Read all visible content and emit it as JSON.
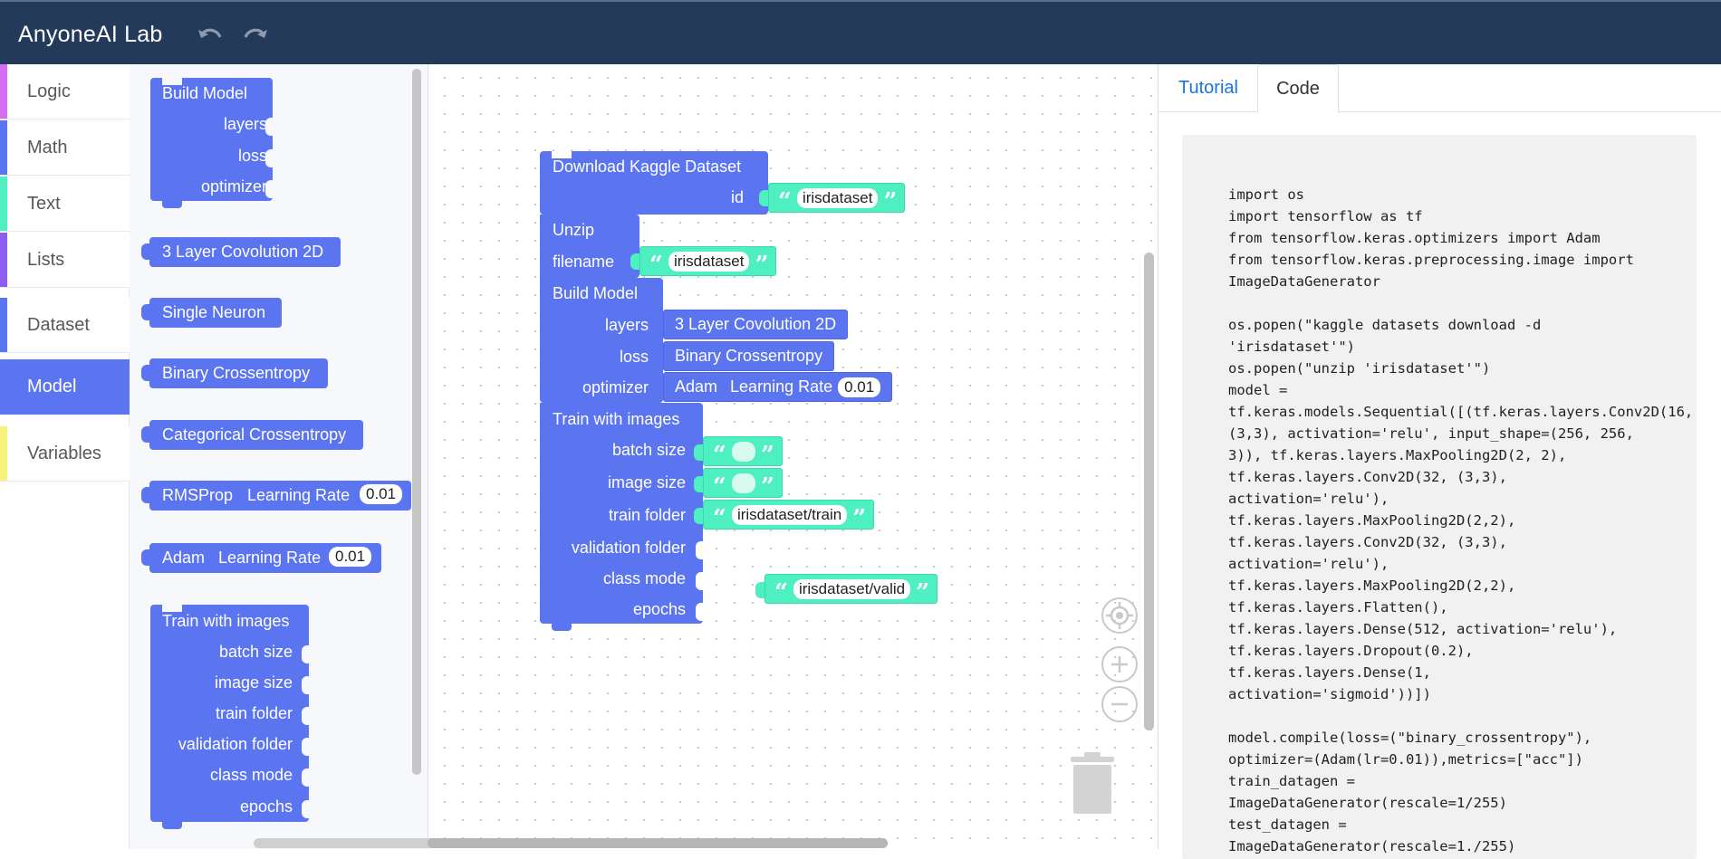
{
  "app": {
    "title": "AnyoneAI Lab",
    "undo_icon": "undo-icon",
    "redo_icon": "redo-icon"
  },
  "categories": [
    {
      "label": "Logic",
      "color": "#d46ef0"
    },
    {
      "label": "Math",
      "color": "#5b74f0"
    },
    {
      "label": "Text",
      "color": "#4ef0c1"
    },
    {
      "label": "Lists",
      "color": "#8e5ef0"
    },
    {
      "label": "Dataset",
      "color": "#5b74f0"
    },
    {
      "label": "Model",
      "color": "#5b74f0",
      "selected": true
    },
    {
      "label": "Variables",
      "color": "#f6f27a"
    }
  ],
  "flyout": {
    "build_model": {
      "title": "Build Model",
      "layers": "layers",
      "loss": "loss",
      "optimizer": "optimizer"
    },
    "conv3": "3 Layer Covolution 2D",
    "single_neuron": "Single Neuron",
    "binary_ce": "Binary Crossentropy",
    "categorical_ce": "Categorical Crossentropy",
    "rmsprop": {
      "name": "RMSProp",
      "lr_label": "Learning Rate",
      "lr_value": "0.01"
    },
    "adam": {
      "name": "Adam",
      "lr_label": "Learning Rate",
      "lr_value": "0.01"
    },
    "train": {
      "title": "Train with images",
      "batch_size": "batch size",
      "image_size": "image size",
      "train_folder": "train folder",
      "validation_folder": "validation folder",
      "class_mode": "class mode",
      "epochs": "epochs"
    }
  },
  "workspace": {
    "download": {
      "title": "Download Kaggle Dataset",
      "id_label": "id",
      "id_value": "irisdataset"
    },
    "unzip": {
      "title": "Unzip",
      "filename_label": "filename",
      "filename_value": "irisdataset"
    },
    "build": {
      "title": "Build Model",
      "layers_label": "layers",
      "layers_value": "3 Layer Covolution 2D",
      "loss_label": "loss",
      "loss_value": "Binary Crossentropy",
      "optimizer_label": "optimizer",
      "opt_name": "Adam",
      "opt_lr_label": "Learning Rate",
      "opt_lr_value": "0.01"
    },
    "train": {
      "title": "Train with images",
      "batch_size": "batch size",
      "image_size": "image size",
      "train_folder": "train folder",
      "train_folder_value": "irisdataset/train",
      "validation_folder": "validation folder",
      "class_mode": "class mode",
      "epochs": "epochs"
    },
    "loose_string": "irisdataset/valid"
  },
  "controls": {
    "recenter_icon": "crosshair-icon",
    "zoom_in_icon": "zoom-in-icon",
    "zoom_out_icon": "zoom-out-icon",
    "trash_icon": "trash-icon"
  },
  "panel": {
    "tabs": [
      {
        "label": "Tutorial"
      },
      {
        "label": "Code",
        "active": true
      }
    ],
    "code": "import os\nimport tensorflow as tf\nfrom tensorflow.keras.optimizers import Adam\nfrom tensorflow.keras.preprocessing.image import\nImageDataGenerator\n\nos.popen(\"kaggle datasets download -d\n'irisdataset'\")\nos.popen(\"unzip 'irisdataset'\")\nmodel =\ntf.keras.models.Sequential([(tf.keras.layers.Conv2D(16,\n(3,3), activation='relu', input_shape=(256, 256,\n3)), tf.keras.layers.MaxPooling2D(2, 2),\ntf.keras.layers.Conv2D(32, (3,3),\nactivation='relu'),\ntf.keras.layers.MaxPooling2D(2,2),\ntf.keras.layers.Conv2D(32, (3,3),\nactivation='relu'),\ntf.keras.layers.MaxPooling2D(2,2),\ntf.keras.layers.Flatten(),\ntf.keras.layers.Dense(512, activation='relu'),\ntf.keras.layers.Dropout(0.2),\ntf.keras.layers.Dense(1,\nactivation='sigmoid'))])\n\nmodel.compile(loss=(\"binary_crossentropy\"),\noptimizer=(Adam(lr=0.01)),metrics=[\"acc\"])\ntrain_datagen =\nImageDataGenerator(rescale=1/255)\ntest_datagen =\nImageDataGenerator(rescale=1./255)"
  }
}
